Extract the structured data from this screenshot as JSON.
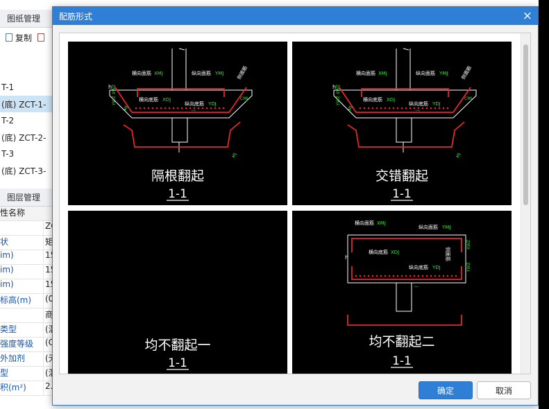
{
  "background": {
    "panel1_tab": "图纸管理",
    "toolbar": {
      "copy_label": "复制"
    },
    "tree": [
      "T-1",
      "(底) ZCT-1-",
      "T-2",
      "(底) ZCT-2-",
      "T-3",
      "(底) ZCT-3-"
    ],
    "panel2_tab": "图层管理",
    "prop_header": "性名称",
    "props": [
      {
        "k": "",
        "v": "ZC"
      },
      {
        "k": "状",
        "v": "矩"
      },
      {
        "k": "im)",
        "v": "15"
      },
      {
        "k": "im)",
        "v": "15"
      },
      {
        "k": "im)",
        "v": "15"
      },
      {
        "k": "标高(m)",
        "v": "(0"
      },
      {
        "k": "",
        "v": "商"
      },
      {
        "k": "类型",
        "v": "(混"
      },
      {
        "k": "强度等级",
        "v": "(C"
      },
      {
        "k": "外加剂",
        "v": "(无"
      },
      {
        "k": "型",
        "v": "(混"
      },
      {
        "k": "积(m²)",
        "v": "2."
      }
    ]
  },
  "dialog": {
    "title": "配筋形式",
    "close_glyph": "×",
    "ok_label": "确定",
    "cancel_label": "取消"
  },
  "options": [
    {
      "name": "隔根翻起",
      "section": "1-1"
    },
    {
      "name": "交错翻起",
      "section": "1-1"
    },
    {
      "name": "均不翻起一",
      "section": "1-1"
    },
    {
      "name": "均不翻起二",
      "section": "1-1"
    }
  ],
  "drawing_labels": {
    "top_transverse": "横向面筋",
    "top_longitudinal": "纵向面筋",
    "bottom_transverse": "横向底筋",
    "bottom_longitudinal": "纵向底筋",
    "code_xmj": "XMJ",
    "code_ymj": "YMJ",
    "code_xdj": "XDJ",
    "code_ydj": "YDJ",
    "code_cmj": "CMJ",
    "code_cmj1": "CMJ1",
    "code_cmj2": "CMJ2",
    "code_xwz": "XWZ",
    "side_label": "侧面筋",
    "dim_h": "h",
    "dim_xwz": "XWZ",
    "dim_ywz": "YWZ",
    "dim_mj": "MJ",
    "dim_j": "J"
  },
  "colors": {
    "accent": "#2f7fd6",
    "rebar_red": "#e8262a",
    "rebar_magenta": "#ff2aff",
    "line_white": "#ffffff",
    "label_green": "#27e827"
  }
}
